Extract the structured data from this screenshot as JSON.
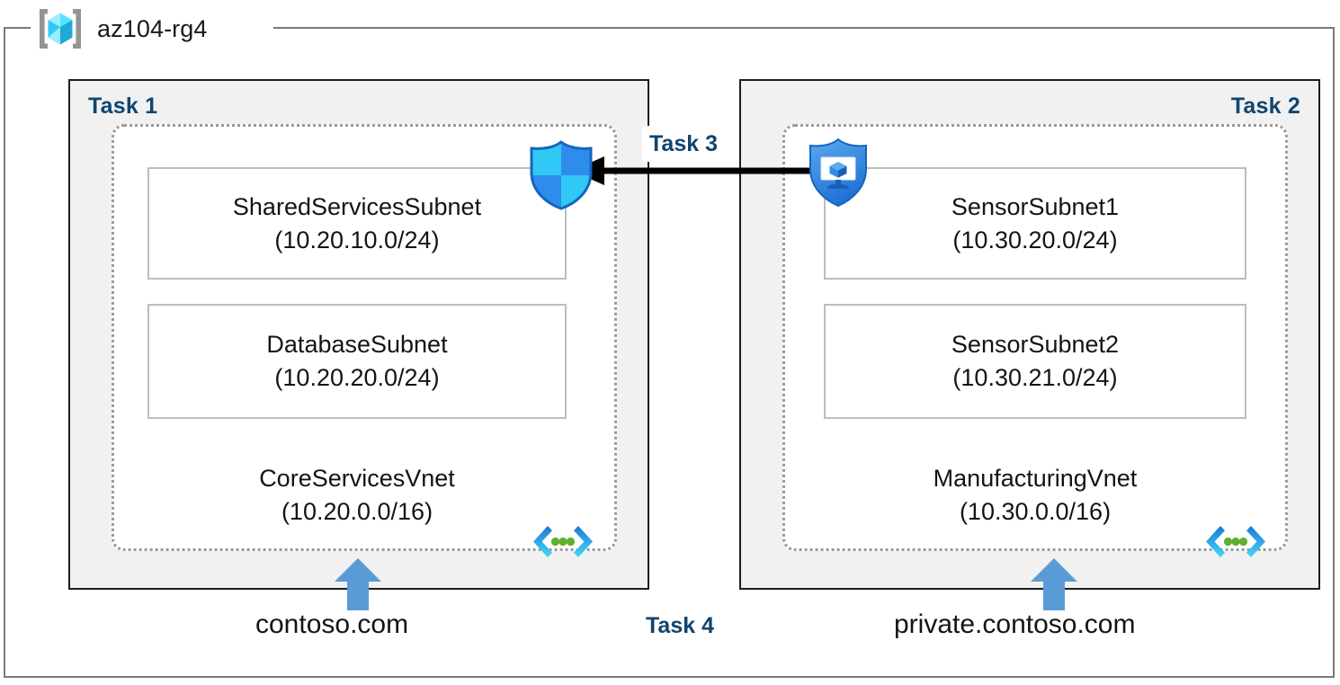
{
  "resource_group": {
    "name": "az104-rg4",
    "icon": "azure-resource-group-cube-icon"
  },
  "panels": [
    {
      "id": "left",
      "task_label": "Task 1",
      "vnet": {
        "name": "CoreServicesVnet",
        "cidr": "(10.20.0.0/16)",
        "icon": "virtual-network-icon"
      },
      "subnets": [
        {
          "name": "SharedServicesSubnet",
          "cidr": "(10.20.10.0/24)"
        },
        {
          "name": "DatabaseSubnet",
          "cidr": "(10.20.20.0/24)"
        }
      ],
      "dns": {
        "label": "contoso.com",
        "icon": "up-arrow-icon"
      }
    },
    {
      "id": "right",
      "task_label": "Task 2",
      "vnet": {
        "name": "ManufacturingVnet",
        "cidr": "(10.30.0.0/16)",
        "icon": "virtual-network-icon"
      },
      "subnets": [
        {
          "name": "SensorSubnet1",
          "cidr": "(10.30.20.0/24)"
        },
        {
          "name": "SensorSubnet2",
          "cidr": "(10.30.21.0/24)"
        }
      ],
      "dns": {
        "label": "private.contoso.com",
        "icon": "up-arrow-icon"
      }
    }
  ],
  "connections": [
    {
      "id": "peering",
      "label": "Task 3",
      "icon": "left-arrow-icon",
      "from_icon": "virtual-machine-shield-icon",
      "to_icon": "security-shield-icon"
    },
    {
      "id": "dns-zones",
      "label": "Task 4"
    }
  ],
  "colors": {
    "task_label": "#10456f",
    "panel_fill": "#f1f1f1",
    "panel_border": "#1d1d1d",
    "vnet_border": "#9a9a9a",
    "subnet_border": "#bdbdbd",
    "rg_border": "#7a7a7a",
    "arrow_black": "#000000",
    "arrow_blue": "#5b9bd5",
    "shield_blue": "#2f8ced",
    "shield_cyan": "#32c8f5",
    "vnet_glyph_cyan": "#32c8f5",
    "vnet_glyph_dot": "#5fb02f",
    "cube_cyan": "#50e6ff",
    "bracket_gray": "#949494",
    "text": "#141414"
  }
}
